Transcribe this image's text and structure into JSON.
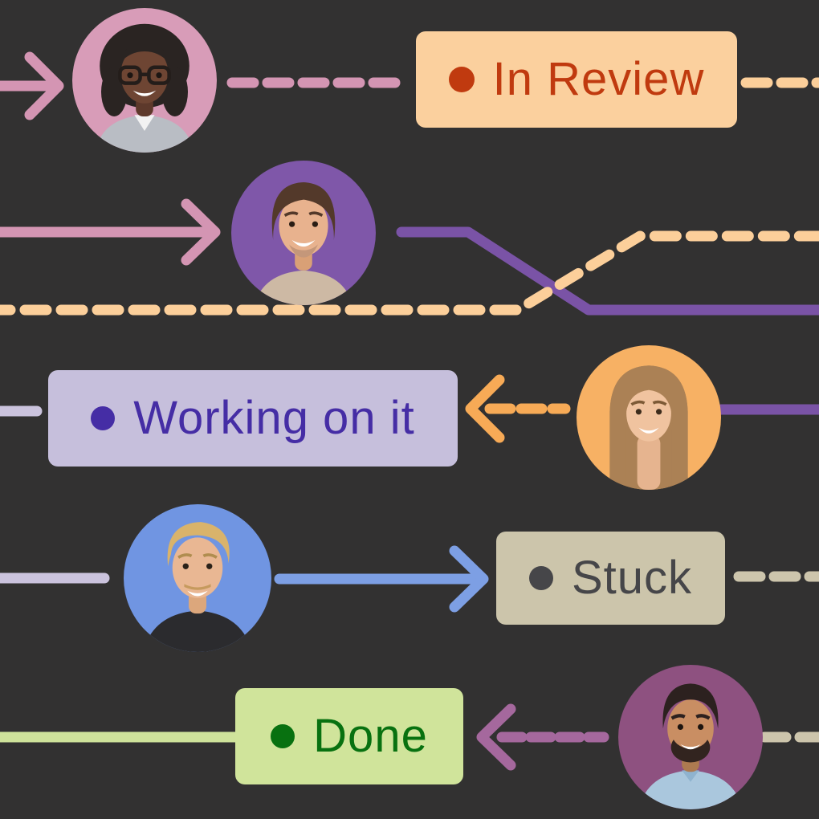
{
  "illustration": {
    "background": "#323131",
    "statuses": [
      {
        "label": "In Review",
        "bg": "#fbd09e",
        "fg": "#c03a0f"
      },
      {
        "label": "Working on it",
        "bg": "#c6bfdc",
        "fg": "#452da5"
      },
      {
        "label": "Stuck",
        "bg": "#ccc5ab",
        "fg": "#464649"
      },
      {
        "label": "Done",
        "bg": "#d0e49b",
        "fg": "#087110"
      }
    ],
    "avatars": [
      {
        "desc": "smiling woman with glasses and dark curly hair",
        "bg": "#d89cb8"
      },
      {
        "desc": "smiling man with wavy brown hair",
        "bg": "#7f57a9"
      },
      {
        "desc": "smiling woman with long light brown hair",
        "bg": "#f7b164"
      },
      {
        "desc": "smiling blond man with moustache",
        "bg": "#7095e2"
      },
      {
        "desc": "smiling man with short dark hair and beard",
        "bg": "#8e5180"
      }
    ],
    "palette": {
      "pink": "#d495b3",
      "peach": "#fccf9a",
      "purple": "#7a53a6",
      "lavender": "#cbc3dd",
      "orange": "#f7aa56",
      "blue": "#7d9fe4",
      "beige": "#cdc5ac",
      "plum": "#a5689d",
      "green": "#cfe39b"
    }
  }
}
